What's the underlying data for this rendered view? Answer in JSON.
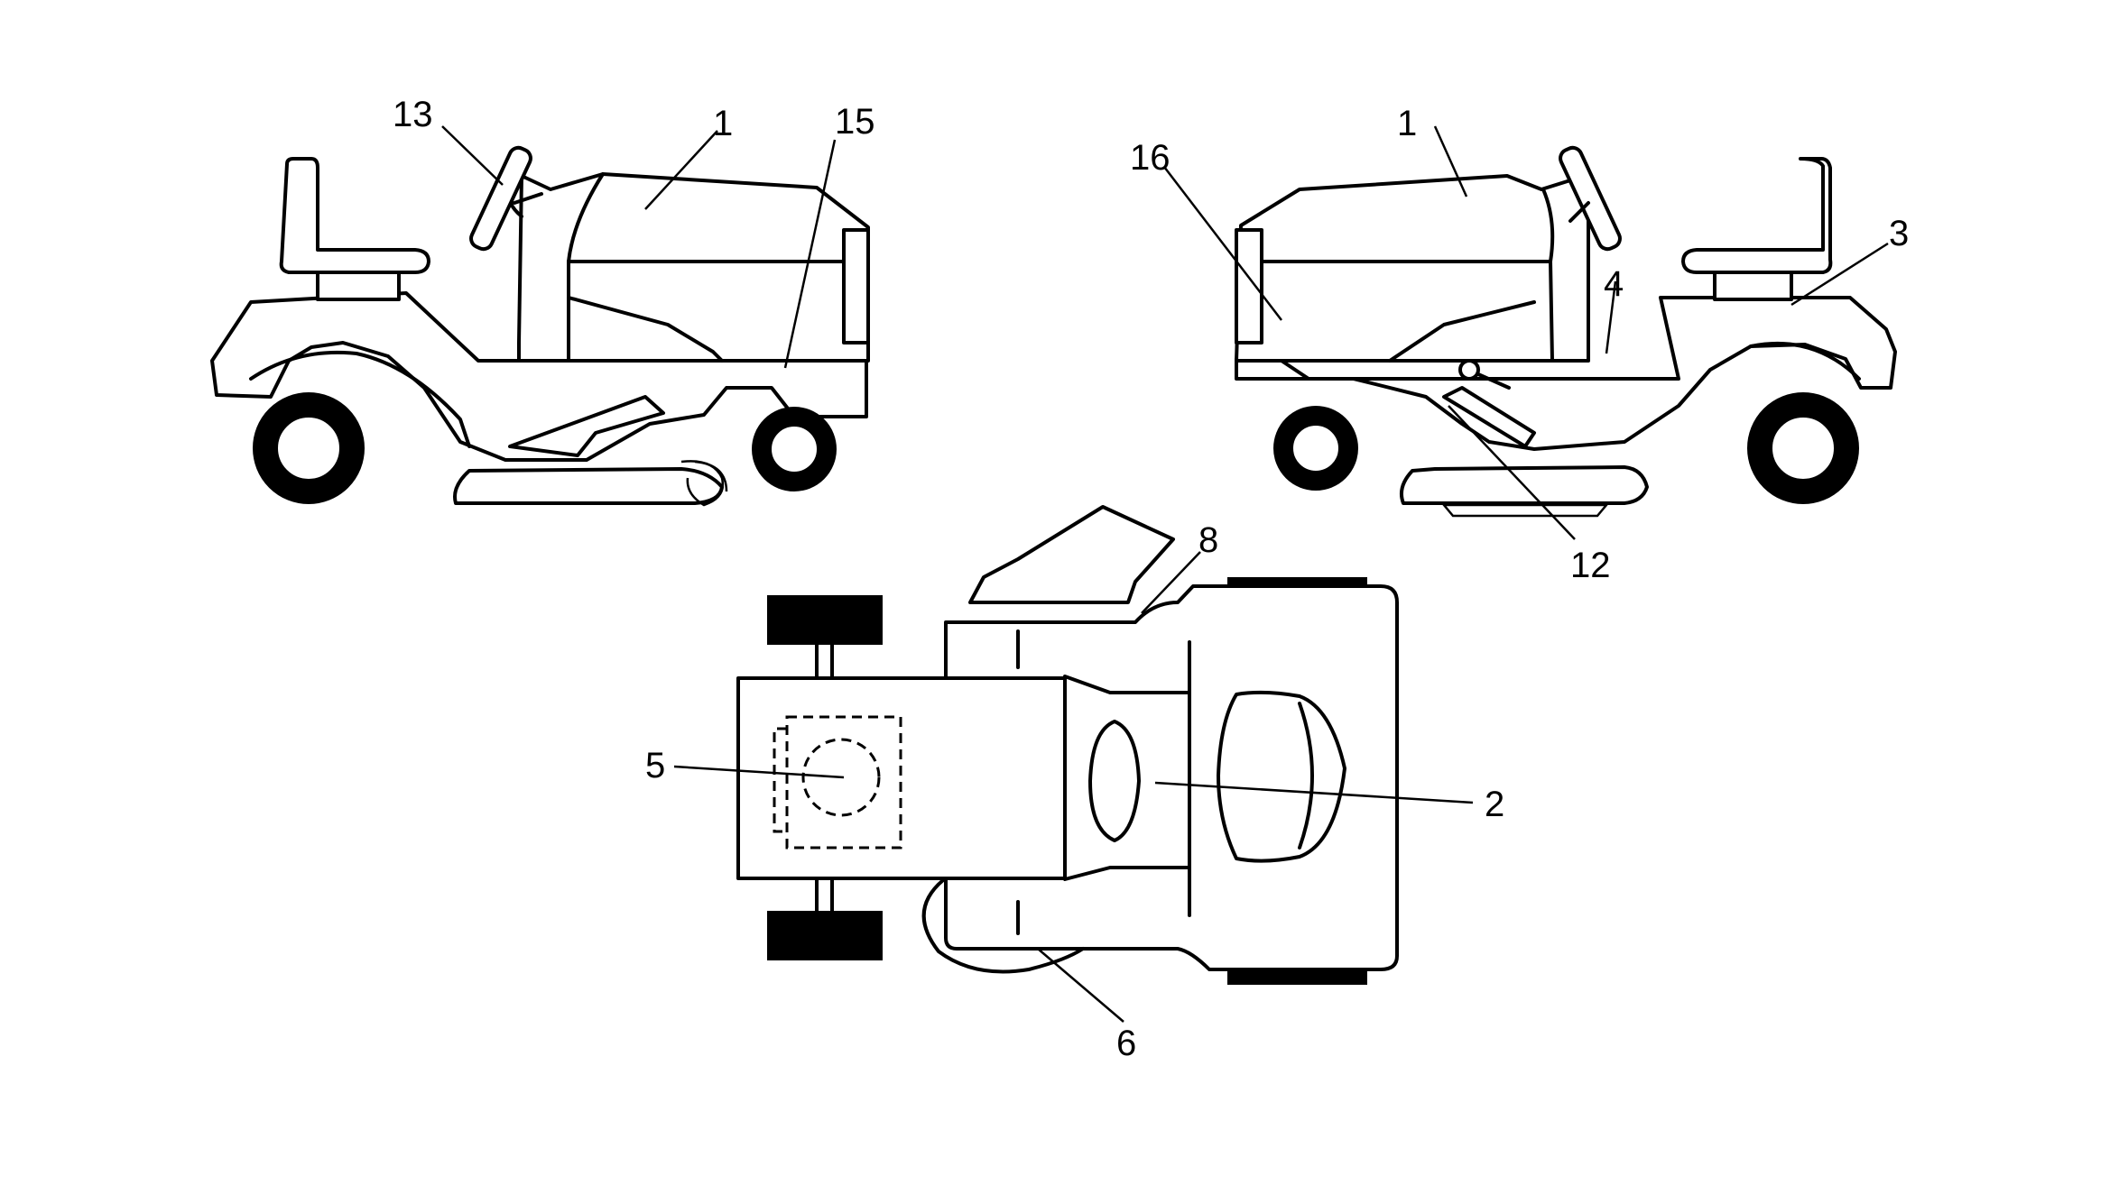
{
  "callouts": {
    "left_hood": "1",
    "left_steering": "13",
    "left_frame": "15",
    "right_hood": "1",
    "right_grille": "16",
    "right_fender": "3",
    "right_step": "4",
    "right_lever": "12",
    "top_chute": "8",
    "top_deck": "5",
    "top_seat": "2",
    "top_discharge": "6"
  }
}
